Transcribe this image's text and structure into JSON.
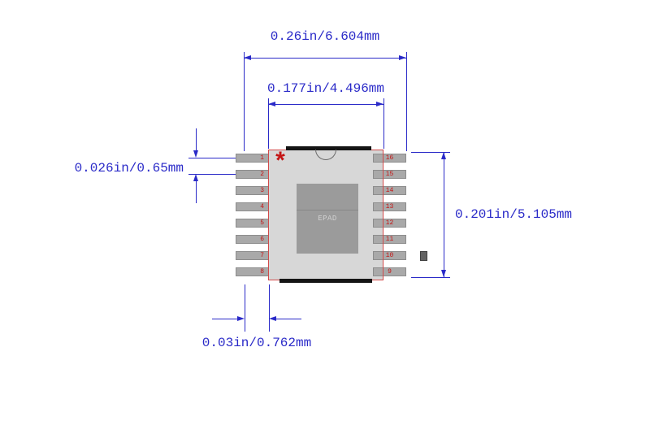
{
  "dimensions": {
    "total_width": "0.26in/6.604mm",
    "body_width": "0.177in/4.496mm",
    "pin_pitch": "0.026in/0.65mm",
    "body_height": "0.201in/5.105mm",
    "pad_length": "0.03in/0.762mm"
  },
  "package": {
    "epad_label": "EPAD",
    "pin1_marker": "*",
    "pins_left": [
      "1",
      "2",
      "3",
      "4",
      "5",
      "6",
      "7",
      "8"
    ],
    "pins_right": [
      "16",
      "15",
      "14",
      "13",
      "12",
      "11",
      "10",
      "9"
    ]
  },
  "colors": {
    "dimension": "#2a2ac8",
    "accent_red": "#c41414",
    "pad_fill": "#a9a9a9",
    "pad_border": "#8d8d8d",
    "body_fill": "#d7d7d7",
    "epad_fill": "#9b9b9b",
    "body_outline": "#d24a4a",
    "bar": "#141414",
    "marker_fill": "#636363"
  }
}
